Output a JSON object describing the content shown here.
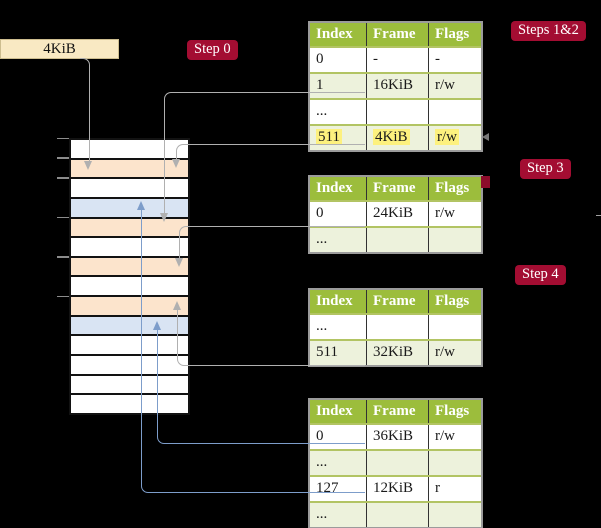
{
  "colors": {
    "table_header_green": "#9cbd3c",
    "table_row_green": "#edf2dc",
    "row_separator_green": "#b2c463",
    "memory_peach": "#fce4cc",
    "memory_blue": "#d9e4f3",
    "frame_box_cream": "#f9e9c3",
    "badge_crimson": "#a30d32",
    "highlight_yellow": "#fdf17e",
    "arrow_gray": "#b0b0b0",
    "arrow_blue": "#7d9dca"
  },
  "frame_box": {
    "label": "4KiB"
  },
  "badges": {
    "step0": "Step 0",
    "steps12": "Steps 1&2",
    "step3": "Step 3",
    "step4": "Step 4"
  },
  "table_headers": [
    "Index",
    "Frame",
    "Flags"
  ],
  "page_tables": [
    {
      "name": "page-table-steps-1-2",
      "rows": [
        {
          "cells": [
            "0",
            "-",
            "-"
          ],
          "shaded": false,
          "highlighted": false
        },
        {
          "cells": [
            "1",
            "16KiB",
            "r/w"
          ],
          "shaded": true,
          "highlighted": false
        },
        {
          "cells": [
            "...",
            "",
            ""
          ],
          "shaded": false,
          "highlighted": false
        },
        {
          "cells": [
            "511",
            "4KiB",
            "r/w"
          ],
          "shaded": true,
          "highlighted": true
        }
      ]
    },
    {
      "name": "page-table-step-3",
      "rows": [
        {
          "cells": [
            "0",
            "24KiB",
            "r/w"
          ],
          "shaded": false,
          "highlighted": false
        },
        {
          "cells": [
            "...",
            "",
            ""
          ],
          "shaded": true,
          "highlighted": false
        }
      ]
    },
    {
      "name": "page-table-step-4",
      "rows": [
        {
          "cells": [
            "...",
            "",
            ""
          ],
          "shaded": false,
          "highlighted": false
        },
        {
          "cells": [
            "511",
            "32KiB",
            "r/w"
          ],
          "shaded": true,
          "highlighted": false
        }
      ]
    },
    {
      "name": "page-table-final",
      "rows": [
        {
          "cells": [
            "0",
            "36KiB",
            "r/w"
          ],
          "shaded": false,
          "highlighted": false
        },
        {
          "cells": [
            "...",
            "",
            ""
          ],
          "shaded": true,
          "highlighted": false
        },
        {
          "cells": [
            "127",
            "12KiB",
            "r"
          ],
          "shaded": false,
          "highlighted": false
        },
        {
          "cells": [
            "...",
            "",
            ""
          ],
          "shaded": true,
          "highlighted": false
        }
      ]
    }
  ],
  "memory_column": {
    "rows": [
      "plain",
      "table",
      "plain",
      "page",
      "table",
      "plain",
      "table",
      "plain",
      "table",
      "page",
      "plain",
      "plain",
      "plain",
      "plain"
    ]
  }
}
